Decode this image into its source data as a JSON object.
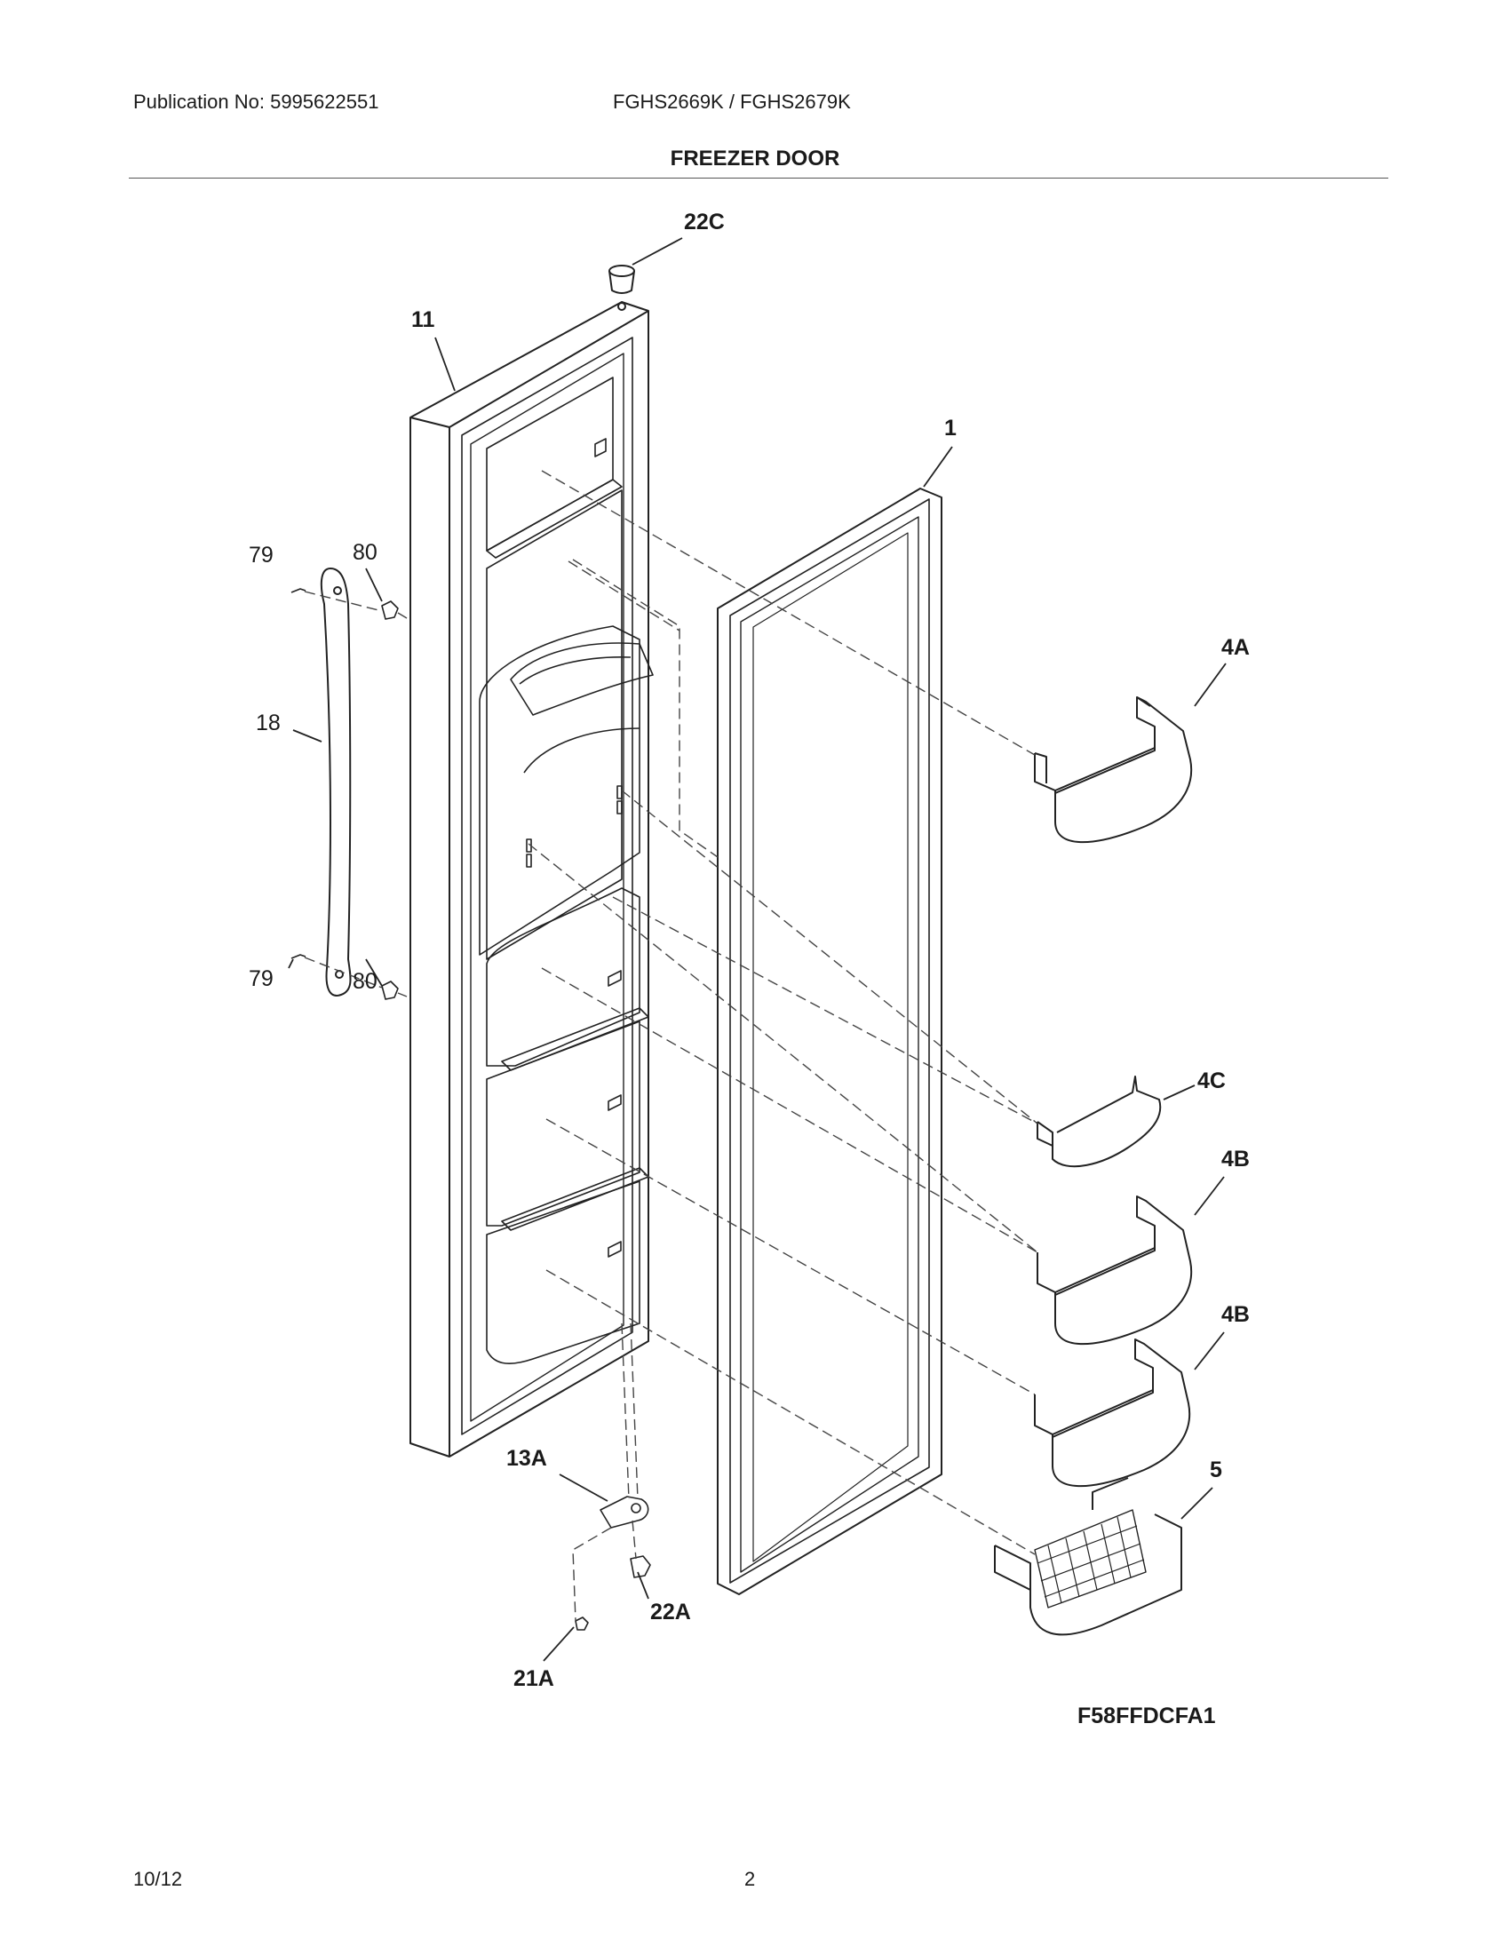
{
  "header": {
    "publication": "Publication No: 5995622551",
    "models": "FGHS2669K / FGHS2679K",
    "title": "FREEZER DOOR"
  },
  "diagram": {
    "code": "F58FFDCFA1",
    "callouts": {
      "c22C": "22C",
      "c11": "11",
      "c1": "1",
      "c79_top": "79",
      "c80_top": "80",
      "c18": "18",
      "c79_bottom": "79",
      "c80_bottom": "80",
      "c4A": "4A",
      "c4C": "4C",
      "c4B_upper": "4B",
      "c4B_lower": "4B",
      "c5": "5",
      "c13A": "13A",
      "c22A": "22A",
      "c21A": "21A"
    }
  },
  "footer": {
    "date": "10/12",
    "page": "2"
  }
}
